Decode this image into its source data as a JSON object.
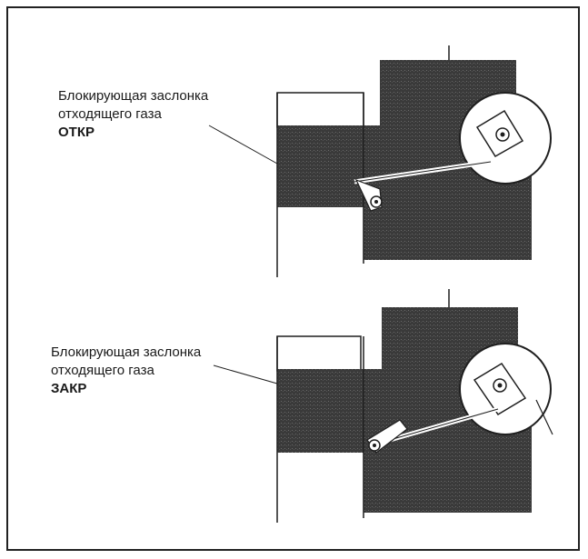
{
  "figure": {
    "colors": {
      "dark_fill": "#3a3a3a",
      "line": "#1f1f1f",
      "background": "#ffffff"
    },
    "panels": [
      {
        "id": "open",
        "label_line1": "Блокирующая заслонка",
        "label_line2": "отходящего газа",
        "state": "ОТКР"
      },
      {
        "id": "closed",
        "label_line1": "Блокирующая заслонка",
        "label_line2": "отходящего газа",
        "state": "ЗАКР"
      }
    ]
  }
}
